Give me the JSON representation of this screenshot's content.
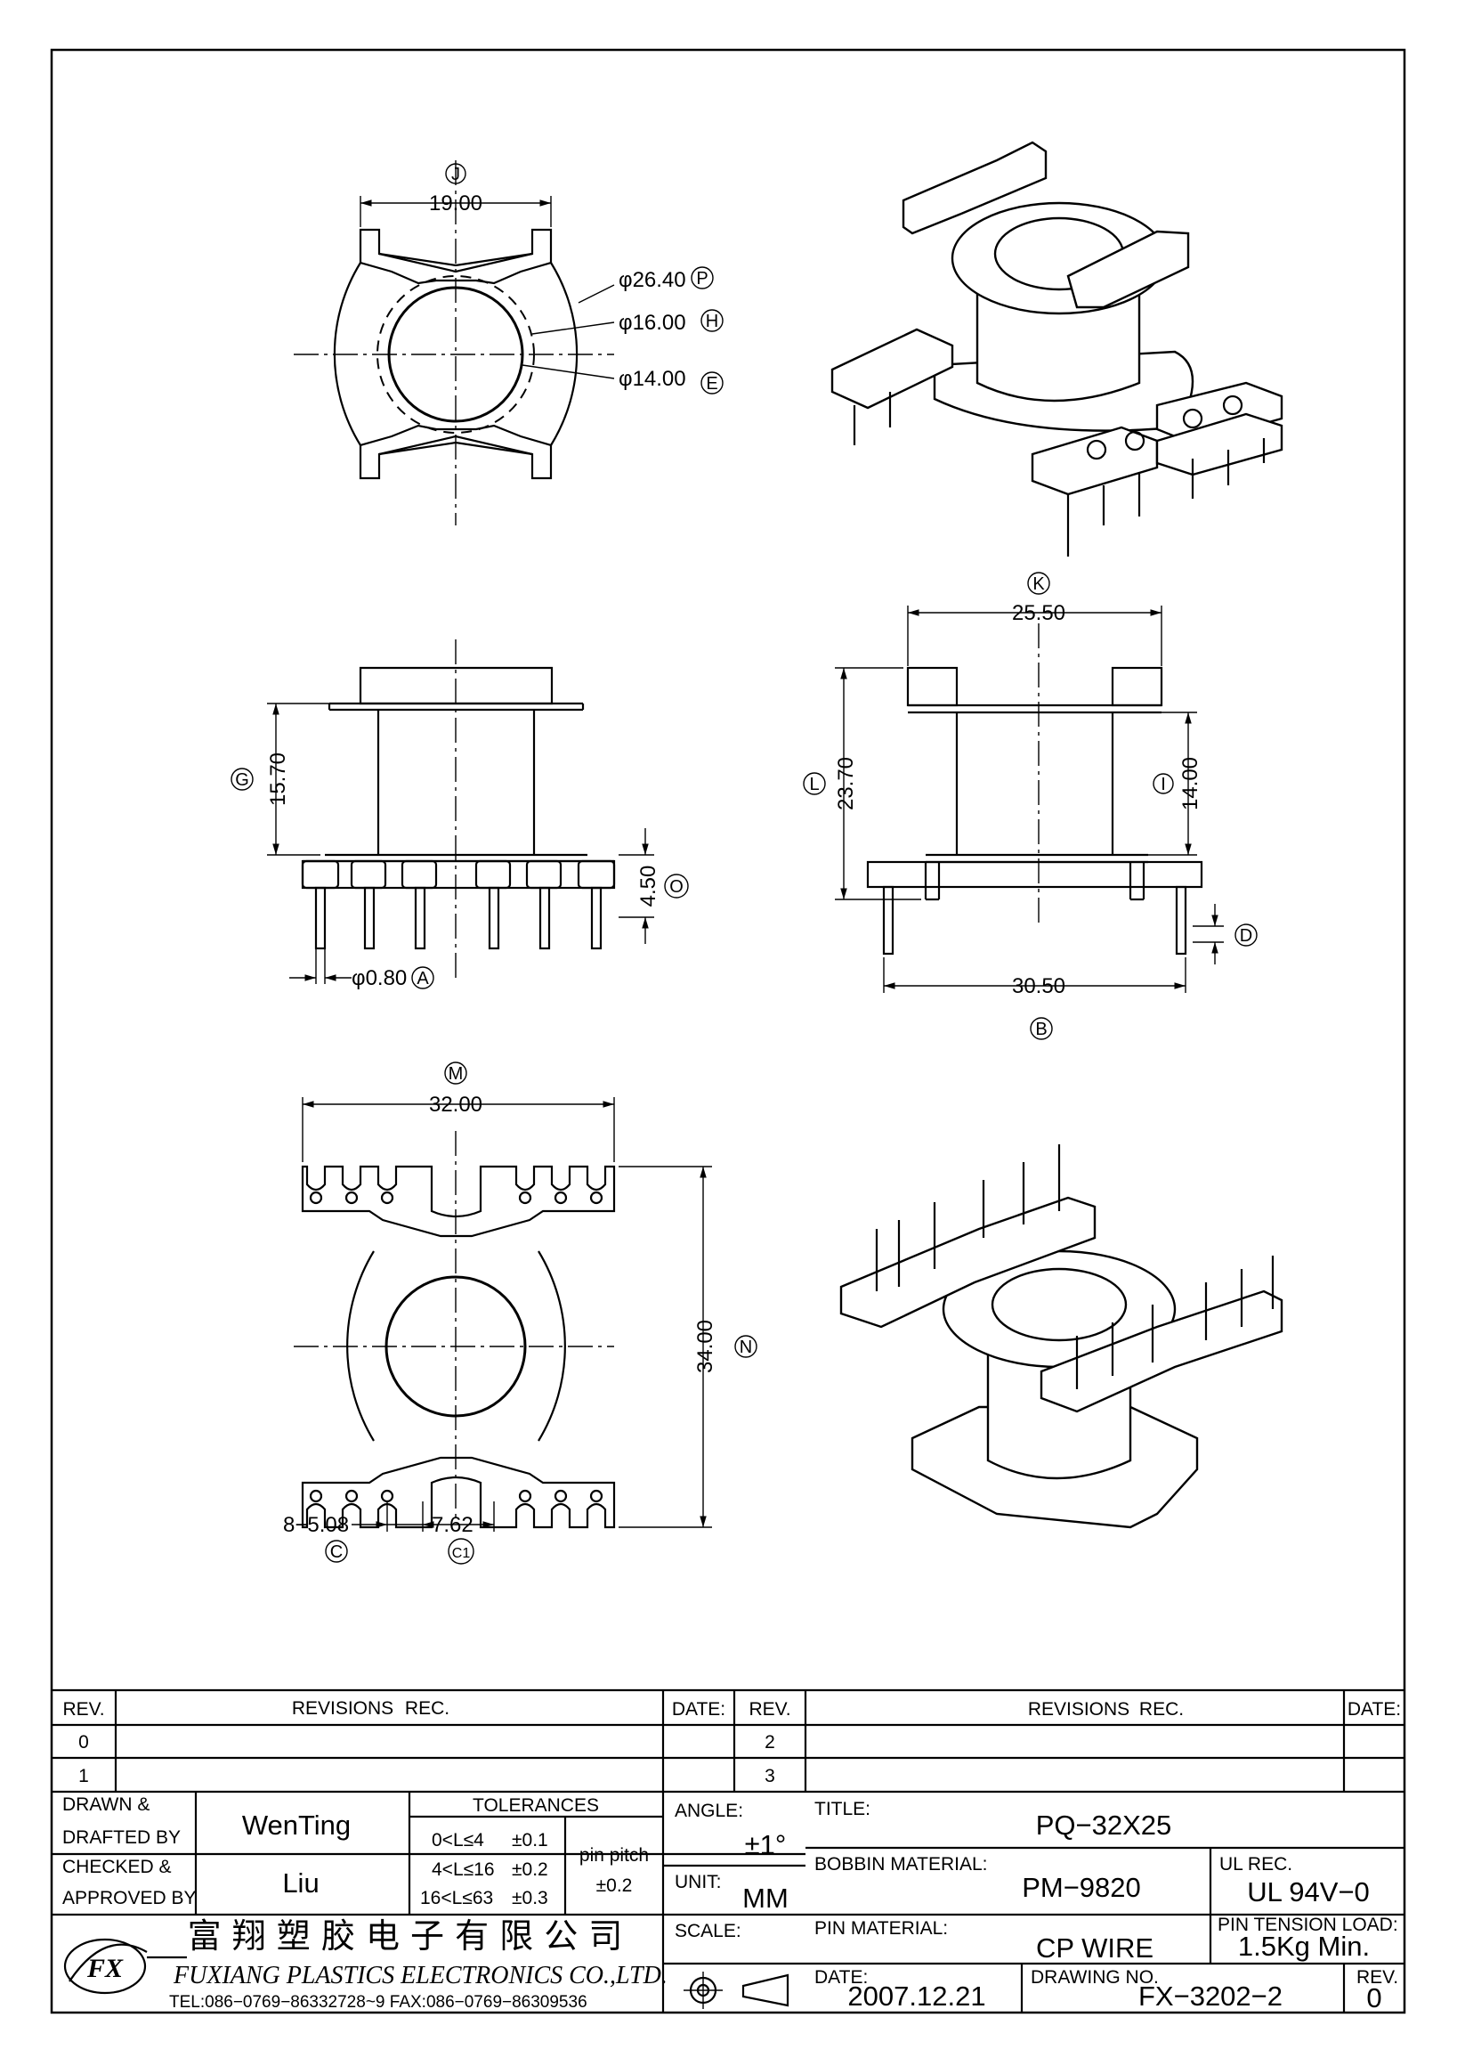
{
  "dims": {
    "d_19": "19.00",
    "tag_j": "J",
    "d_26_40": "φ26.40",
    "tag_p": "P",
    "d_16": "φ16.00",
    "tag_h": "H",
    "d_14": "φ14.00",
    "tag_e": "E",
    "d_25_50": "25.50",
    "tag_k": "K",
    "d_15_70": "15.70",
    "tag_g": "G",
    "d_4_50": "4.50",
    "tag_o": "O",
    "d_0_80": "φ0.80",
    "tag_a": "A",
    "d_23_70": "23.70",
    "tag_l": "L",
    "d_14_00": "14.00",
    "tag_i": "I",
    "tag_d": "D",
    "d_30_50": "30.50",
    "tag_b": "B",
    "d_32": "32.00",
    "tag_m": "M",
    "d_34": "34.00",
    "tag_n": "N",
    "d_8_508": "8−5.08",
    "tag_c": "C",
    "d_7_62": "7.62",
    "tag_c1": "C1"
  },
  "revisions": {
    "h_rev": "REV.",
    "h_revisions": "REVISIONS",
    "h_rec": "REC.",
    "h_date": "DATE:",
    "h_rev2": "REV.",
    "h_revisions2": "REVISIONS",
    "h_rec2": "REC.",
    "h_date2": "DATE:",
    "rows_left": [
      "0",
      "1"
    ],
    "rows_right": [
      "2",
      "3"
    ]
  },
  "titleblock": {
    "drawn_l1": "DRAWN &",
    "drawn_l2": "DRAFTED BY",
    "drawn_by": "WenTing",
    "checked_l1": "CHECKED &",
    "checked_l2": "APPROVED BY",
    "checked_by": "Liu",
    "tol_title": "TOLERANCES",
    "tol1_range": "0<L≤4",
    "tol1_val": "±0.1",
    "tol2_range": "4<L≤16",
    "tol2_val": "±0.2",
    "tol3_range": "16<L≤63",
    "tol3_val": "±0.3",
    "pin_pitch_label": "pin pitch",
    "pin_pitch_val": "±0.2",
    "angle_label": "ANGLE:",
    "angle_val": "±1°",
    "unit_label": "UNIT:",
    "unit_val": "MM",
    "scale_label": "SCALE:",
    "title_label": "TITLE:",
    "title_val": "PQ−32X25",
    "bobbin_label": "BOBBIN MATERIAL:",
    "bobbin_val": "PM−9820",
    "ul_label": "UL REC.",
    "ul_val": "UL 94V−0",
    "pinmat_label": "PIN MATERIAL:",
    "pinmat_val": "CP WIRE",
    "tension_label": "PIN TENSION LOAD:",
    "tension_val": "1.5Kg Min.",
    "date_label": "DATE:",
    "date_val": "2007.12.21",
    "dwg_label": "DRAWING NO.",
    "dwg_val": "FX−3202−2",
    "rev_label": "REV.",
    "rev_val": "0",
    "company_cn": "富 翔 塑 胶 电 子 有 限 公 司",
    "company_en": "FUXIANG PLASTICS ELECTRONICS CO.,LTD.",
    "company_tel": "TEL:086−0769−86332728~9 FAX:086−0769−86309536",
    "logo_text": "FX"
  }
}
